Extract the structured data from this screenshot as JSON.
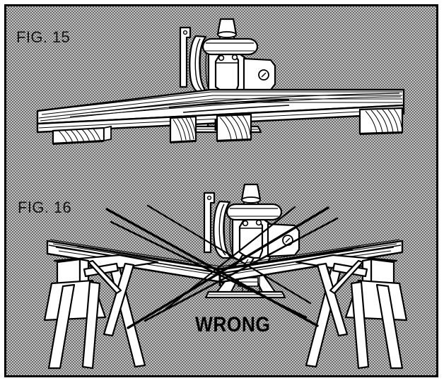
{
  "figure": {
    "type": "technical-illustration",
    "subject": "miter-saw-support-safety",
    "border_color": "#000000",
    "background_color": "#c4c4c4",
    "line_color": "#000000",
    "fill_color": "#ffffff"
  },
  "panels": [
    {
      "id": "fig15",
      "label": "FIG. 15",
      "caption": "",
      "meaning": "correct",
      "support": "flat workbench with solid wood blocks",
      "board_state": "flat"
    },
    {
      "id": "fig16",
      "label": "FIG. 16",
      "caption": "WRONG",
      "meaning": "incorrect",
      "support": "two sawhorses with unsupported span",
      "board_state": "sagging"
    }
  ],
  "annotations": {
    "wrong_label": "WRONG",
    "cross_out_lines": 6,
    "cross_out_color": "#000000"
  },
  "tool": {
    "name": "miter-saw",
    "parts": [
      "handle",
      "motor-housing",
      "blade-guard",
      "blade",
      "base-plate",
      "fence",
      "pivot-arm"
    ]
  }
}
